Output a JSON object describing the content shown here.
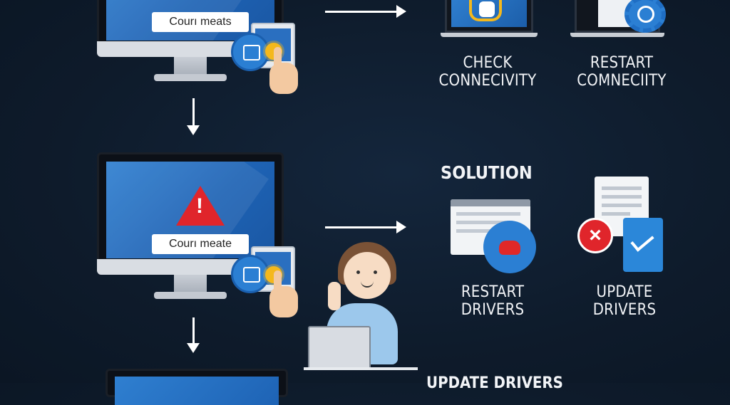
{
  "monitors": [
    {
      "message": "Courı meats"
    },
    {
      "message": "Courı meate"
    }
  ],
  "top_right": {
    "left_label_line1": "CHECK",
    "left_label_line2": "CONNECIVITY",
    "right_label_line1": "RESTART",
    "right_label_line2": "COMNECIITY"
  },
  "solution": {
    "heading": "SOLUTION",
    "restart_label": "RESTART DRIVERS",
    "update_label": "UPDATE DRIVERS"
  },
  "bottom": {
    "heading": "UPDATE DRIVERS"
  },
  "colors": {
    "background": "#0e1b2b",
    "screen_blue": "#1e63b5",
    "warning_red": "#e0252b",
    "accent_yellow": "#f4b81c"
  },
  "icons": [
    "warning-icon",
    "gear-icon",
    "bug-icon",
    "error-x-icon",
    "pointing-hand-icon"
  ]
}
